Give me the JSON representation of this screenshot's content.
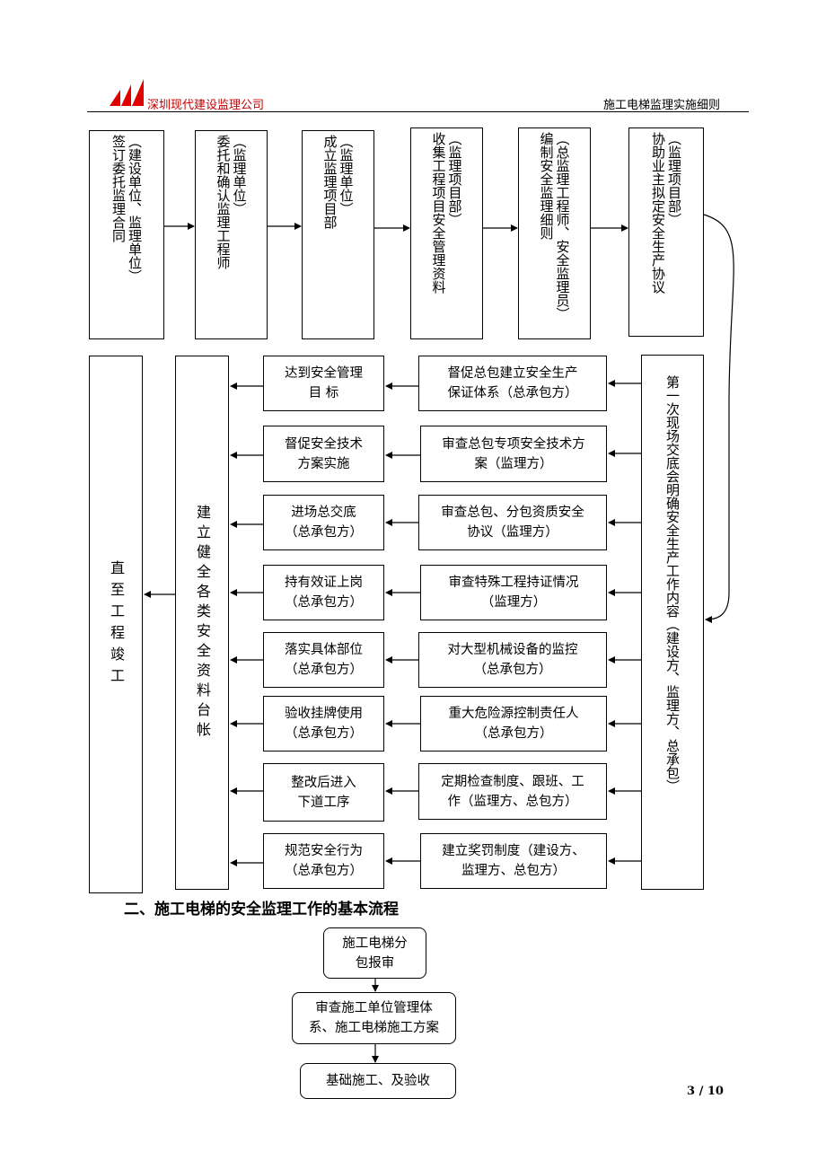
{
  "header": {
    "company": "深圳现代建设监理公司",
    "doc_title": "施工电梯监理实施细则"
  },
  "top_row": [
    {
      "title": "签订委托监理合同",
      "sub": "（建设单位、监理单位）"
    },
    {
      "title": "委托和确认监理工程师",
      "sub": "（监理单位）"
    },
    {
      "title": "成立监理项目部",
      "sub": "（监理单位）"
    },
    {
      "title": "收集工程项目安全管理资料",
      "sub": "（监理项目部）"
    },
    {
      "title": "编制安全监理细则",
      "sub": "（总监理工程师、安全监理员）"
    },
    {
      "title": "协助业主拟定安全生产协议",
      "sub": "（监理项目部）"
    }
  ],
  "right_column": "第一次现场交底会明确安全生产工作内容（建设方、监理方、总承包）",
  "middle_boxes": [
    {
      "l1": "督促总包建立安全生产",
      "l2": "保证体系（总承包方）"
    },
    {
      "l1": "审查总包专项安全技术方",
      "l2": "案（监理方）"
    },
    {
      "l1": "审查总包、分包资质安全",
      "l2": "协议（监理方）"
    },
    {
      "l1": "审查特殊工程持证情况",
      "l2": "（监理方）"
    },
    {
      "l1": "对大型机械设备的监控",
      "l2": "（总承包方）"
    },
    {
      "l1": "重大危险源控制责任人",
      "l2": "（总承包方）"
    },
    {
      "l1": "定期检查制度、跟班、工",
      "l2": "作（监理方、总包方）"
    },
    {
      "l1": "建立奖罚制度（建设方、",
      "l2": "监理方、总包方）"
    }
  ],
  "left_boxes": [
    {
      "l1": "达到安全管理",
      "l2": "目  标"
    },
    {
      "l1": "督促安全技术",
      "l2": "方案实施"
    },
    {
      "l1": "进场总交底",
      "l2": "（总承包方）"
    },
    {
      "l1": "持有效证上岗",
      "l2": "（总承包方）"
    },
    {
      "l1": "落实具体部位",
      "l2": "（总承包方）"
    },
    {
      "l1": "验收挂牌使用",
      "l2": "（总承包方）"
    },
    {
      "l1": "整改后进入",
      "l2": "下道工序"
    },
    {
      "l1": "规范安全行为",
      "l2": "（总承包方）"
    }
  ],
  "ledger_box": "建立健全各类安全资料台帐",
  "final_box": "直至工程竣工",
  "section_title": "二、施工电梯的安全监理工作的基本流程",
  "flow2": [
    {
      "l1": "施工电梯分",
      "l2": "包报审"
    },
    {
      "l1": "审查施工单位管理体",
      "l2": "系、施工电梯施工方案"
    },
    {
      "l1": "基础施工、及验收",
      "l2": ""
    }
  ],
  "page_number": "3 / 10",
  "colors": {
    "logo": "#e00000",
    "company": "#c00000",
    "line": "#000000"
  }
}
